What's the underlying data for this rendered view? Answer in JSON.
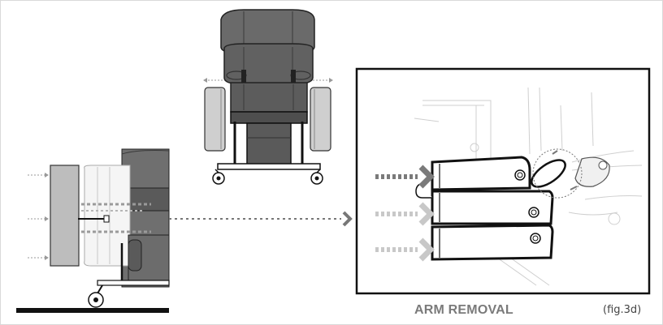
{
  "figure": {
    "caption": "ARM REMOVAL",
    "fig_label": "(fig.3d)"
  },
  "colors": {
    "outline": "#111111",
    "chair_dark": "#555555",
    "chair_mid": "#6e6e6e",
    "arm_gray": "#b7b7b7",
    "arrow_dark": "#7a7a7a",
    "arrow_light": "#c8c8c8",
    "sketch_line": "#cfcfcf"
  },
  "icons": [
    "chair-front-view",
    "chair-side-view",
    "arm-detail-illustration",
    "pointer-arrow-icon"
  ]
}
